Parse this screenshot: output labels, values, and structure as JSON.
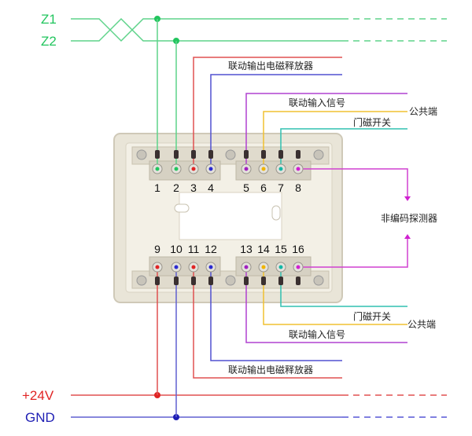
{
  "buses": {
    "z1": {
      "label": "Z1",
      "color": "#22c55e"
    },
    "z2": {
      "label": "Z2",
      "color": "#22c55e"
    },
    "v24": {
      "label": "+24V",
      "color": "#e02424"
    },
    "gnd": {
      "label": "GND",
      "color": "#1e1eb4"
    }
  },
  "labels": {
    "top_output": "联动输出电磁释放器",
    "top_input": "联动输入信号",
    "top_common": "公共端",
    "top_door": "门磁开关",
    "detector": "非编码探测器",
    "bottom_door": "门磁开关",
    "bottom_common": "公共端",
    "bottom_input": "联动输入信号",
    "bottom_output": "联动输出电磁释放器"
  },
  "terminals_top": [
    {
      "num": "1",
      "color": "#22c55e"
    },
    {
      "num": "2",
      "color": "#22c55e"
    },
    {
      "num": "3",
      "color": "#e02424"
    },
    {
      "num": "4",
      "color": "#2b2bd0"
    },
    {
      "num": "5",
      "color": "#a020c0"
    },
    {
      "num": "6",
      "color": "#f0b400"
    },
    {
      "num": "7",
      "color": "#14b8a6"
    },
    {
      "num": "8",
      "color": "#d020d0"
    }
  ],
  "terminals_bottom": [
    {
      "num": "9",
      "color": "#e02424"
    },
    {
      "num": "10",
      "color": "#2b2bd0"
    },
    {
      "num": "11",
      "color": "#e02424"
    },
    {
      "num": "12",
      "color": "#2b2bd0"
    },
    {
      "num": "13",
      "color": "#a020c0"
    },
    {
      "num": "14",
      "color": "#f0b400"
    },
    {
      "num": "15",
      "color": "#14b8a6"
    },
    {
      "num": "16",
      "color": "#d020d0"
    }
  ],
  "colors": {
    "module_body": "#ece8dc",
    "module_shadow": "#d6d0c0",
    "terminal_block": "#cfcabd"
  }
}
